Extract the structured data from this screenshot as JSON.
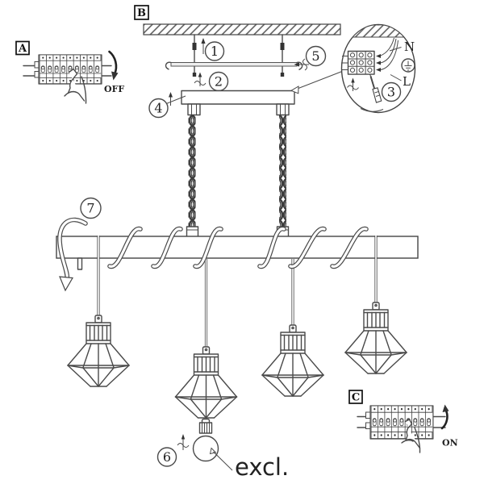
{
  "sections": {
    "a": {
      "label": "A",
      "status": "OFF"
    },
    "b": {
      "label": "B"
    },
    "c": {
      "label": "C",
      "status": "ON"
    }
  },
  "steps": [
    "1",
    "2",
    "3",
    "4",
    "5",
    "6",
    "7"
  ],
  "wiring": {
    "neutral": "N",
    "live": "L"
  },
  "bulb_note": "excl.",
  "colors": {
    "line": "#4a4a4a",
    "chain": "#3d3d3d",
    "background": "#ffffff",
    "arrow": "#222222"
  }
}
